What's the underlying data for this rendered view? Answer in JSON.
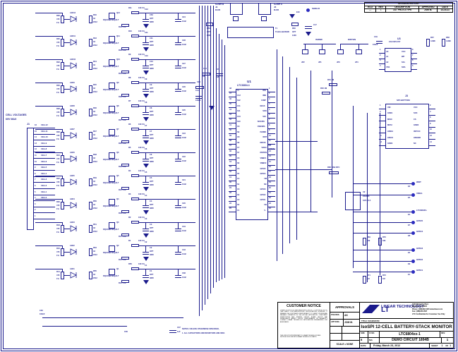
{
  "sheet": {
    "border_title": "Schematic sheet",
    "notes_line1": "NOTES: UNLESS OTHERWISE SPECIFIED,",
    "notes_line2": "1. ALL CAPACITORS AND RESISTORS ARE 0603."
  },
  "revision_history": {
    "title": "REVISION HISTORY",
    "columns": [
      "ECO",
      "REV",
      "DESCRIPTION",
      "APPROVED",
      "DATE"
    ],
    "rows": [
      [
        "—",
        "1",
        "1ST PROTOTYPE",
        "JOM M.",
        "13-16-11"
      ]
    ]
  },
  "customer_notice": {
    "title": "CUSTOMER NOTICE",
    "body": "LINEAR TECHNOLOGY HAS MADE A BEST EFFORT TO DESIGN A CIRCUIT THAT MEETS CUSTOMER-SUPPLIED SPECIFICATIONS; HOWEVER, IT REMAINS THE CUSTOMER'S RESPONSIBILITY TO VERIFY PROPER AND RELIABLE OPERATION IN THE ACTUAL APPLICATION. COMPONENT SUBSTITUTION AND PRINTED CIRCUIT BOARD LAYOUT MAY SIGNIFICANTLY AFFECT CIRCUIT PERFORMANCE OR RELIABILITY. CONTACT LINEAR TECHNOLOGY APPLICATIONS ENGINEERING FOR ASSISTANCE.",
    "footer": "THIS CIRCUIT IS PROPRIETARY TO LINEAR TECHNOLOGY AND SUPPLIED FOR USE WITH LINEAR TECHNOLOGY PARTS."
  },
  "approvals": {
    "title": "APPROVALS",
    "rows": [
      {
        "label": "PCB DES.",
        "value": "AK"
      },
      {
        "label": "APP ENG.",
        "value": "JOM M."
      },
      {
        "label": "",
        "value": ""
      },
      {
        "label": "",
        "value": ""
      }
    ],
    "scale_label": "SCALE = NONE"
  },
  "title_block": {
    "company": "LINEAR TECHNOLOGY",
    "address": [
      "1630 McCarthy Blvd.",
      "Milpitas, CA 95035",
      "Phone: (408)432-1900  www.linear.com",
      "Fax: (408)434-0507",
      "LTC Confidential-For Customer Use Only"
    ],
    "title_label": "TITLE: SCHEMATIC",
    "title_text": "IsoSPI 12-CELL BATTERY-STACK MONITOR",
    "size_label": "SIZE",
    "size_value": "B",
    "icno_label": "IC NO.",
    "ic_no": "LTC6804xx-1",
    "demo_label": "N/A",
    "demo_circuit": "DEMO CIRCUIT 1894B",
    "rev_label": "REV.",
    "rev_value": "1",
    "date_label": "DATE:",
    "date_value": "Friday, March 23, 2012",
    "sheet_label": "SHEET",
    "sheet_num": "1",
    "of_label": "OF",
    "of_num": "1"
  },
  "connector_j1": {
    "ref": "J1",
    "note_line1": "CELL VOLTAGES",
    "note_line2": "60V MAX",
    "pins": [
      {
        "num": "16",
        "net": "CELL12"
      },
      {
        "num": "15",
        "net": "CELL11"
      },
      {
        "num": "14",
        "net": "CELL10"
      },
      {
        "num": "13",
        "net": "CELL9"
      },
      {
        "num": "12",
        "net": "CELL8"
      },
      {
        "num": "11",
        "net": "CELL7"
      },
      {
        "num": "10",
        "net": "CELL6"
      },
      {
        "num": "9",
        "net": "CELL5"
      },
      {
        "num": "8",
        "net": "CELL4"
      },
      {
        "num": "7",
        "net": "CELL3"
      },
      {
        "num": "6",
        "net": "CELL2"
      },
      {
        "num": "5",
        "net": "CELL1"
      },
      {
        "num": "4",
        "net": "CELL0"
      },
      {
        "num": "3",
        "net": ""
      },
      {
        "num": "2",
        "net": ""
      },
      {
        "num": "1",
        "net": ""
      }
    ]
  },
  "cell_channels": [
    {
      "n": 12,
      "led": "LED12",
      "r_led": "R36",
      "r_led_val": "470",
      "r_led_tol": "1%",
      "r_gate": "R40",
      "r_gate_val": "33",
      "r_gate_pkg": "2012",
      "q": "Q12",
      "q_pn": "RQ1X0BP0DQALT",
      "r_src": "R34",
      "r_src_val": "1.5k",
      "r_flt": "R11",
      "r_flt_val": "100",
      "r_flt_tol": "1%",
      "c_opt": "C52",
      "c_opt_val": "OPT",
      "c_opt_pkg": "0805",
      "c_flt": "C24",
      "c_flt_val": "10nF",
      "net": "C12"
    },
    {
      "n": 11,
      "led": "LED11",
      "r_led": "R35",
      "r_led_val": "470",
      "r_led_tol": "1%",
      "r_gate": "R43",
      "r_gate_val": "33",
      "r_gate_pkg": "2012",
      "q": "Q11",
      "q_pn": "RQ1X0BP0DQALT",
      "r_src": "R33",
      "r_src_val": "1.5k",
      "r_flt": "R10",
      "r_flt_val": "100",
      "r_flt_tol": "1%",
      "c_opt": "C11",
      "c_opt_val": "OPT",
      "c_opt_pkg": "0805",
      "c_flt": "C28",
      "c_flt_val": "10nF",
      "net": "C11"
    },
    {
      "n": 10,
      "led": "LED10",
      "r_led": "R32",
      "r_led_val": "470",
      "r_led_tol": "1%",
      "r_gate": "R44",
      "r_gate_val": "33",
      "r_gate_pkg": "2012",
      "q": "Q10",
      "q_pn": "RQ1X0BP0DQALT",
      "r_src": "R31",
      "r_src_val": "1.5k",
      "r_flt": "R9",
      "r_flt_val": "100",
      "r_flt_tol": "1%",
      "c_opt": "C10",
      "c_opt_val": "OPT",
      "c_opt_pkg": "0805",
      "c_flt": "C27",
      "c_flt_val": "10nF",
      "net": "C10"
    },
    {
      "n": 9,
      "led": "LED9",
      "r_led": "R30",
      "r_led_val": "470",
      "r_led_tol": "1%",
      "r_gate": "R45",
      "r_gate_val": "33",
      "r_gate_pkg": "2012",
      "q": "Q9",
      "q_pn": "RQ1X0BP0DQALT",
      "r_src": "R29",
      "r_src_val": "1.5k",
      "r_flt": "R8",
      "r_flt_val": "100",
      "r_flt_tol": "1%",
      "c_opt": "C9",
      "c_opt_val": "OPT",
      "c_opt_pkg": "0805",
      "c_flt": "C26",
      "c_flt_val": "10nF",
      "net": "C9"
    },
    {
      "n": 8,
      "led": "LED8",
      "r_led": "R28",
      "r_led_val": "470",
      "r_led_tol": "1%",
      "r_gate": "R46",
      "r_gate_val": "33",
      "r_gate_pkg": "2012",
      "q": "Q8",
      "q_pn": "RQ1X0BP0DQALT",
      "r_src": "R27",
      "r_src_val": "1.5k",
      "r_flt": "R7",
      "r_flt_val": "100",
      "r_flt_tol": "1%",
      "c_opt": "C8",
      "c_opt_val": "OPT",
      "c_opt_pkg": "0805",
      "c_flt": "C25",
      "c_flt_val": "10nF",
      "net": "C8"
    },
    {
      "n": 7,
      "led": "LED7",
      "r_led": "R26",
      "r_led_val": "470",
      "r_led_tol": "1%",
      "r_gate": "R47",
      "r_gate_val": "33",
      "r_gate_pkg": "2012",
      "q": "Q7",
      "q_pn": "RQ1X0BP0DQALT",
      "r_src": "R25",
      "r_src_val": "1.5k",
      "r_flt": "R6",
      "r_flt_val": "100",
      "r_flt_tol": "1%",
      "c_opt": "C7",
      "c_opt_val": "OPT",
      "c_opt_pkg": "0805",
      "c_flt": "C23",
      "c_flt_val": "10nF",
      "net": "C7"
    },
    {
      "n": 6,
      "led": "LED6",
      "r_led": "R24",
      "r_led_val": "470",
      "r_led_tol": "1%",
      "r_gate": "R48",
      "r_gate_val": "33",
      "r_gate_pkg": "2012",
      "q": "Q6",
      "q_pn": "RQ1X0BP0DQALT",
      "r_src": "R23",
      "r_src_val": "1.5k",
      "r_flt": "R5",
      "r_flt_val": "100",
      "r_flt_tol": "1%",
      "c_opt": "C6",
      "c_opt_val": "OPT",
      "c_opt_pkg": "0805",
      "c_flt": "C22",
      "c_flt_val": "10nF",
      "net": "C6"
    },
    {
      "n": 5,
      "led": "LED5",
      "r_led": "R22",
      "r_led_val": "470",
      "r_led_tol": "1%",
      "r_gate": "R49",
      "r_gate_val": "33",
      "r_gate_pkg": "2012",
      "q": "Q5",
      "q_pn": "RQ1X0BP0DQALT",
      "r_src": "R21",
      "r_src_val": "1.5k",
      "r_flt": "R4",
      "r_flt_val": "100",
      "r_flt_tol": "1%",
      "c_opt": "C5",
      "c_opt_val": "OPT",
      "c_opt_pkg": "0805",
      "c_flt": "C21",
      "c_flt_val": "10nF",
      "net": "C5"
    },
    {
      "n": 4,
      "led": "LED4",
      "r_led": "R20",
      "r_led_val": "470",
      "r_led_tol": "1%",
      "r_gate": "R50",
      "r_gate_val": "33",
      "r_gate_pkg": "2012",
      "q": "Q4",
      "q_pn": "RQ1X0BP0DQALT",
      "r_src": "R19",
      "r_src_val": "1.5k",
      "r_flt": "R3",
      "r_flt_val": "100",
      "r_flt_tol": "1%",
      "c_opt": "C4",
      "c_opt_val": "OPT",
      "c_opt_pkg": "0805",
      "c_flt": "C20",
      "c_flt_val": "10nF",
      "net": "C4"
    },
    {
      "n": 3,
      "led": "LED3",
      "r_led": "R18",
      "r_led_val": "470",
      "r_led_tol": "1%",
      "r_gate": "R51",
      "r_gate_val": "33",
      "r_gate_pkg": "2012",
      "q": "Q3",
      "q_pn": "RQ1X0BP0DQALT",
      "r_src": "R17",
      "r_src_val": "1.5k",
      "r_flt": "R2",
      "r_flt_val": "100",
      "r_flt_tol": "1%",
      "c_opt": "C3",
      "c_opt_val": "OPT",
      "c_opt_pkg": "0805",
      "c_flt": "C19",
      "c_flt_val": "10nF",
      "net": "C3"
    },
    {
      "n": 2,
      "led": "LED2",
      "r_led": "R16",
      "r_led_val": "470",
      "r_led_tol": "1%",
      "r_gate": "R53",
      "r_gate_val": "33",
      "r_gate_pkg": "2012",
      "q": "Q2",
      "q_pn": "RQ1X0BP0DQALT",
      "r_src": "R15",
      "r_src_val": "1.5k",
      "r_flt": "R1",
      "r_flt_val": "100",
      "r_flt_tol": "1%",
      "c_opt": "C2",
      "c_opt_val": "OPT",
      "c_opt_pkg": "0805",
      "c_flt": "C18",
      "c_flt_val": "10nF",
      "net": "C2"
    },
    {
      "n": 1,
      "led": "LED1",
      "r_led": "R14",
      "r_led_val": "470",
      "r_led_tol": "1%",
      "r_gate": "R55",
      "r_gate_val": "33",
      "r_gate_pkg": "2012",
      "q": "Q1",
      "q_pn": "RQ1X0BP0DQALT",
      "r_src": "R13",
      "r_src_val": "1.5k",
      "r_flt": "R56",
      "r_flt_val": "100",
      "r_flt_tol": "1%",
      "c_opt": "C1",
      "c_opt_val": "OPT",
      "c_opt_pkg": "0805",
      "c_flt": "C38",
      "c_flt_val": "10nF",
      "net": "C1"
    }
  ],
  "u1": {
    "ref": "U1",
    "part": "LTC6804-1",
    "left_pins": [
      {
        "num": "48",
        "name": "V+"
      },
      {
        "num": "47",
        "name": "C12"
      },
      {
        "num": "46",
        "name": "S12"
      },
      {
        "num": "45",
        "name": "C11"
      },
      {
        "num": "44",
        "name": "S11"
      },
      {
        "num": "43",
        "name": "C10"
      },
      {
        "num": "42",
        "name": "S10"
      },
      {
        "num": "41",
        "name": "C9"
      },
      {
        "num": "40",
        "name": "S9"
      },
      {
        "num": "39",
        "name": "C8"
      },
      {
        "num": "38",
        "name": "S8"
      },
      {
        "num": "37",
        "name": "C7"
      },
      {
        "num": "36",
        "name": "S7"
      },
      {
        "num": "35",
        "name": "C6"
      },
      {
        "num": "34",
        "name": "S6"
      },
      {
        "num": "33",
        "name": "C5"
      },
      {
        "num": "32",
        "name": "S5"
      },
      {
        "num": "31",
        "name": "C4"
      },
      {
        "num": "30",
        "name": "S4"
      },
      {
        "num": "29",
        "name": "C3"
      },
      {
        "num": "28",
        "name": "S3"
      },
      {
        "num": "27",
        "name": "C2"
      },
      {
        "num": "26",
        "name": "S2"
      },
      {
        "num": "25",
        "name": "C1"
      }
    ],
    "right_pins": [
      {
        "num": "1",
        "name": "IPB"
      },
      {
        "num": "2",
        "name": "IMB"
      },
      {
        "num": "3",
        "name": "ICMP"
      },
      {
        "num": "4",
        "name": "IBIAS"
      },
      {
        "num": "5",
        "name": "SDO"
      },
      {
        "num": "6",
        "name": "SDI"
      },
      {
        "num": "7",
        "name": "SCK/IPA"
      },
      {
        "num": "8",
        "name": "CSB/IMA"
      },
      {
        "num": "9",
        "name": "ISOMD"
      },
      {
        "num": "10",
        "name": "WDT"
      },
      {
        "num": "11",
        "name": "DRIVE"
      },
      {
        "num": "12",
        "name": "VREG"
      },
      {
        "num": "13",
        "name": "DWTEN"
      },
      {
        "num": "14",
        "name": "VMBF1"
      },
      {
        "num": "15",
        "name": "VMBF2"
      },
      {
        "num": "16",
        "name": "GPIO5"
      },
      {
        "num": "17",
        "name": "GPIO4"
      },
      {
        "num": "18",
        "name": "VM"
      },
      {
        "num": "19",
        "name": "NC"
      },
      {
        "num": "20",
        "name": "GPIO3"
      },
      {
        "num": "21",
        "name": "GPIO2"
      },
      {
        "num": "22",
        "name": "GPIO1"
      },
      {
        "num": "23",
        "name": "CB"
      },
      {
        "num": "24",
        "name": "V-"
      }
    ]
  },
  "u2": {
    "ref": "U2",
    "part": "24AA01",
    "pkg": "SOT-23-5",
    "pins": [
      "SCL",
      "VSS",
      "SDA",
      "VCC",
      "WP"
    ]
  },
  "u3": {
    "ref": "U3",
    "part": "24LC025-I/ST",
    "pin_left": [
      "A0",
      "A1",
      "A2",
      "VSS"
    ],
    "pin_right": [
      "VCC",
      "WP",
      "SCL",
      "SDA"
    ],
    "pin_nums_left": [
      "1",
      "2",
      "3",
      "4"
    ],
    "pin_nums_right": [
      "8",
      "7",
      "6",
      "5"
    ]
  },
  "j3": {
    "ref": "J3",
    "name": "SPI BOTTOM",
    "left": [
      {
        "num": "1",
        "name": "VIN"
      },
      {
        "num": "3",
        "name": "GND1"
      },
      {
        "num": "5",
        "name": "MISO"
      },
      {
        "num": "7",
        "name": "MOSI"
      },
      {
        "num": "9",
        "name": "HISDA"
      },
      {
        "num": "11",
        "name": "HISCK"
      },
      {
        "num": "13",
        "name": "GND3"
      }
    ],
    "right": [
      {
        "num": "2",
        "name": "VCC"
      },
      {
        "num": "4",
        "name": "SCK"
      },
      {
        "num": "6",
        "name": "CS"
      },
      {
        "num": "8",
        "name": "GND2"
      },
      {
        "num": "10",
        "name": "ISPVCC"
      },
      {
        "num": "12",
        "name": "HISGND"
      },
      {
        "num": "14",
        "name": "NC"
      }
    ]
  },
  "isospi": {
    "port_b_label": "IsoSPI B",
    "port_b_ref": "J4",
    "port_b_type": "RJ45",
    "port_a_label": "IsoSPI A",
    "port_a_ref": "J5",
    "port_a_type": "RJ45",
    "transformer_ref": "T1",
    "transformer_pn": "TG110-AE050N5",
    "shield_label": "SHIELD",
    "shield_ref": "E10",
    "r_b_ref": "R59",
    "r_b_val": "OPT",
    "r_b_pkg": "1206",
    "r_a_ref": "R60",
    "r_a_val": "OPT",
    "r_a_pkg": "1206",
    "c_b_ref": "C16",
    "c_b_val": "OPT",
    "c_b_pkg": "1206",
    "c_a_ref": "C17",
    "c_a_val": "OPT",
    "c_a_pkg": "1206"
  },
  "jumpers": [
    {
      "ref": "JP2",
      "label": ""
    },
    {
      "ref": "JP1",
      "label": "ISOMD"
    },
    {
      "ref": "JP3",
      "label": ""
    },
    {
      "ref": "JP4",
      "label": "DWTEN"
    }
  ],
  "misc_parts": [
    {
      "ref": "R54",
      "val": "1M"
    },
    {
      "ref": "R52",
      "val": "1M"
    },
    {
      "ref": "R57",
      "val": "4.99K"
    },
    {
      "ref": "R58",
      "val": "4.99K"
    },
    {
      "ref": "C49",
      "val": "100nF"
    },
    {
      "ref": "R63",
      "val": "1K"
    },
    {
      "ref": "R62",
      "val": "1K"
    },
    {
      "ref": "R61",
      "val": "1.5k"
    },
    {
      "ref": "Q13",
      "val": "CZT5551"
    },
    {
      "ref": "R68",
      "val": "100k NTC"
    },
    {
      "ref": "R69",
      "val": "33k"
    },
    {
      "ref": "R70",
      "val": "33k"
    },
    {
      "ref": "R71",
      "val": "1M"
    },
    {
      "ref": "R72",
      "val": "1M"
    },
    {
      "ref": "C15",
      "val": "1uF"
    },
    {
      "ref": "C14",
      "val": "100nF"
    },
    {
      "ref": "C13",
      "val": "1uF"
    },
    {
      "ref": "C29",
      "val": "100nF",
      "pkg": "0805",
      "volts": "100V"
    },
    {
      "ref": "C30",
      "val": "100nF",
      "volts": "100V"
    },
    {
      "ref": "R64",
      "val": "100",
      "tol": "1%"
    },
    {
      "ref": "R49",
      "val": "100",
      "tol": "1%"
    },
    {
      "ref": "C37",
      "val": "1uF"
    },
    {
      "ref": "C36",
      "val": "10nF"
    },
    {
      "ref": "D1",
      "val": "DA1V8M-7-F"
    },
    {
      "ref": "R73",
      "val": "1K"
    }
  ],
  "test_points": [
    {
      "ref": "E3",
      "label": "WDT"
    },
    {
      "ref": "E5",
      "label": "VREG"
    },
    {
      "ref": "E4",
      "label": "LTC6804V-"
    },
    {
      "ref": "E7",
      "label": "GPIO5"
    },
    {
      "ref": "E8",
      "label": "GPIO4"
    },
    {
      "ref": "E2",
      "label": "GPIO3"
    },
    {
      "ref": "E9",
      "label": "GPIO2"
    },
    {
      "ref": "E1",
      "label": "GPIO1"
    }
  ],
  "net_labels": [
    "ISOMD",
    "DWTEN",
    "SHIELD",
    "V+",
    "V-",
    "VREG",
    "WDT",
    "DRIVE"
  ]
}
